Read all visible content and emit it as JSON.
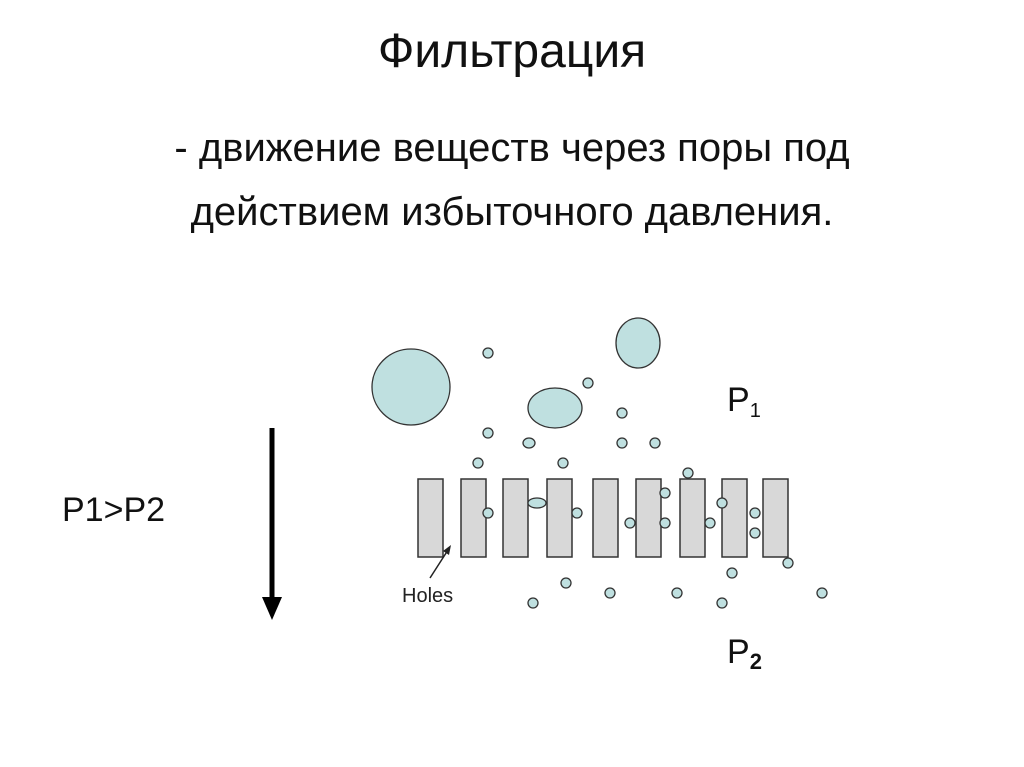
{
  "slide": {
    "title": "Фильтрация",
    "definition_line1": "- движение веществ через поры под",
    "definition_line2": "действием избыточного давления."
  },
  "diagram": {
    "pressure_comparison": "P1>P2",
    "top_pressure_base": "P",
    "top_pressure_sub": "1",
    "bottom_pressure_base": "P",
    "bottom_pressure_sub": "2",
    "holes_label": "Holes",
    "colors": {
      "particle_fill": "#bfe0e0",
      "particle_stroke": "#333333",
      "membrane_fill": "#d8d8d8",
      "membrane_stroke": "#333333",
      "arrow": "#000000"
    }
  }
}
